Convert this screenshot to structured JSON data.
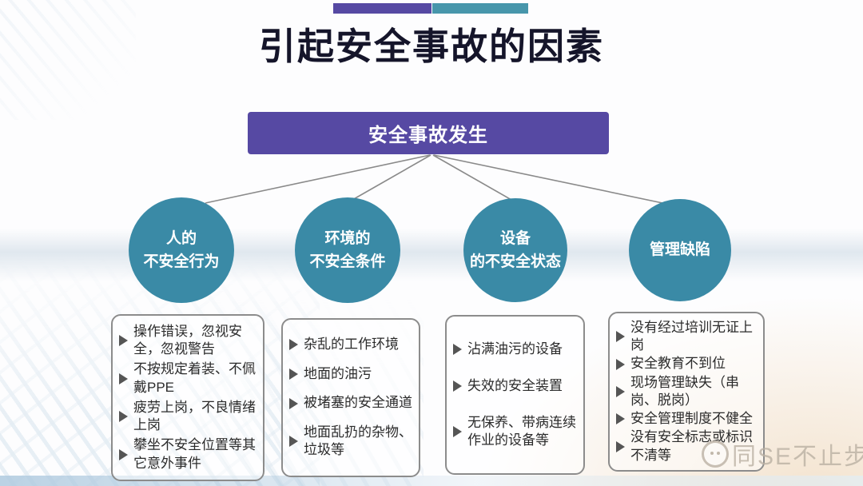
{
  "title": {
    "text": "引起安全事故的因素"
  },
  "colors": {
    "purple": "#5649a3",
    "teal_circle": "#3a8aa6",
    "teal_bar": "#4796ab",
    "connector_gray": "#8a8a8a"
  },
  "root": {
    "label": "安全事故发生"
  },
  "branches": [
    {
      "circle": {
        "line1": "人的",
        "line2": "不安全行为"
      },
      "items": [
        "操作错误，忽视安全，忽视警告",
        "不按规定着装、不佩戴PPE",
        "疲劳上岗，不良情绪上岗",
        "攀坐不安全位置等其它意外事件"
      ]
    },
    {
      "circle": {
        "line1": "环境的",
        "line2": "不安全条件"
      },
      "items": [
        "杂乱的工作环境",
        "地面的油污",
        "被堵塞的安全通道",
        "地面乱扔的杂物、垃圾等"
      ]
    },
    {
      "circle": {
        "line1": "设备",
        "line2": "的不安全状态"
      },
      "items": [
        "沾满油污的设备",
        "失效的安全装置",
        "无保养、带病连续作业的设备等"
      ]
    },
    {
      "circle": {
        "line1": "管理缺陷",
        "line2": ""
      },
      "items": [
        "没有经过培训无证上岗",
        "安全教育不到位",
        "现场管理缺失（串岗、脱岗）",
        "安全管理制度不健全",
        "没有安全标志或标识不清等"
      ]
    }
  ],
  "watermark": {
    "text": "同SE不止步"
  }
}
